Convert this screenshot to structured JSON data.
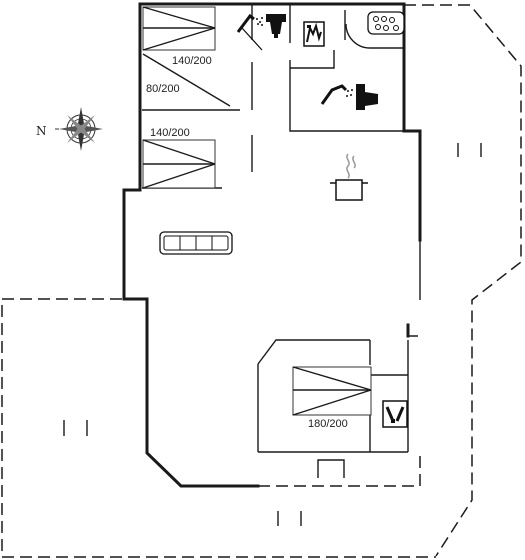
{
  "plan": {
    "compass_letter": "N",
    "bed_labels": {
      "bedroom_top_double": "140/200",
      "bedroom_top_single": "80/200",
      "bedroom_mid_double": "140/200",
      "bedroom_master": "180/200"
    },
    "icons": [
      "shower-icon",
      "toilet-icon",
      "washing-machine-icon",
      "hob-icon",
      "cooking-pot-icon",
      "sofa-icon",
      "dishwasher-icon",
      "compass-rose-icon"
    ]
  }
}
